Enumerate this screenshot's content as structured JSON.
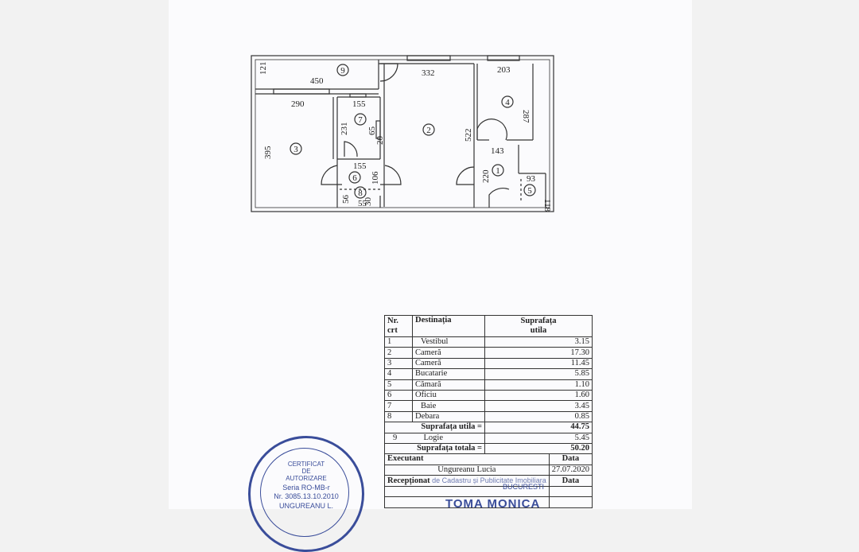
{
  "plan": {
    "rooms": [
      "1",
      "2",
      "3",
      "4",
      "5",
      "6",
      "7",
      "8",
      "9"
    ],
    "dims": [
      "121",
      "450",
      "332",
      "203",
      "290",
      "155",
      "65",
      "20",
      "231",
      "287",
      "522",
      "395",
      "143",
      "155",
      "106",
      "220",
      "93",
      "118",
      "56",
      "55",
      "30"
    ]
  },
  "table": {
    "headers": {
      "nr": "Nr.",
      "crt": "crt",
      "dest": "Destinația",
      "supr": "Suprafața",
      "utila": "utila"
    },
    "rows": [
      {
        "nr": "1",
        "dest": "Vestibul",
        "area": "3.15"
      },
      {
        "nr": "2",
        "dest": "Cameră",
        "area": "17.30"
      },
      {
        "nr": "3",
        "dest": "Cameră",
        "area": "11.45"
      },
      {
        "nr": "4",
        "dest": "Bucatarie",
        "area": "5.85"
      },
      {
        "nr": "5",
        "dest": "Cămară",
        "area": "1.10"
      },
      {
        "nr": "6",
        "dest": "Oficiu",
        "area": "1.60"
      },
      {
        "nr": "7",
        "dest": "Baie",
        "area": "3.45"
      },
      {
        "nr": "8",
        "dest": "Debara",
        "area": "0.85"
      }
    ],
    "suprafata_utila_label": "Suprafața utila   =",
    "suprafata_utila": "44.75",
    "logie": {
      "nr": "9",
      "dest": "Logie",
      "area": "5.45"
    },
    "suprafata_totala_label": "Suprafața totala  =",
    "suprafata_totala": "50.20",
    "executant_label": "Executant",
    "data_label": "Data",
    "executant": "Ungureanu  Lucia",
    "executant_date": "27.07.2020",
    "receptionat_label": "Recepționat",
    "receptionat_rest": " de Cadastru și Publicitate Imobiliara",
    "data_label2": "Data"
  },
  "stamp": {
    "l1": "CERTIFICAT",
    "l2": "DE",
    "l3": "AUTORIZARE",
    "l4": "Seria RO-MB-r",
    "l5": "Nr. 3085.13.10.2010",
    "l6": "UNGUREANU L."
  },
  "stamp2": {
    "city": "BUCURESTI",
    "name": "TOMA MONICA"
  }
}
